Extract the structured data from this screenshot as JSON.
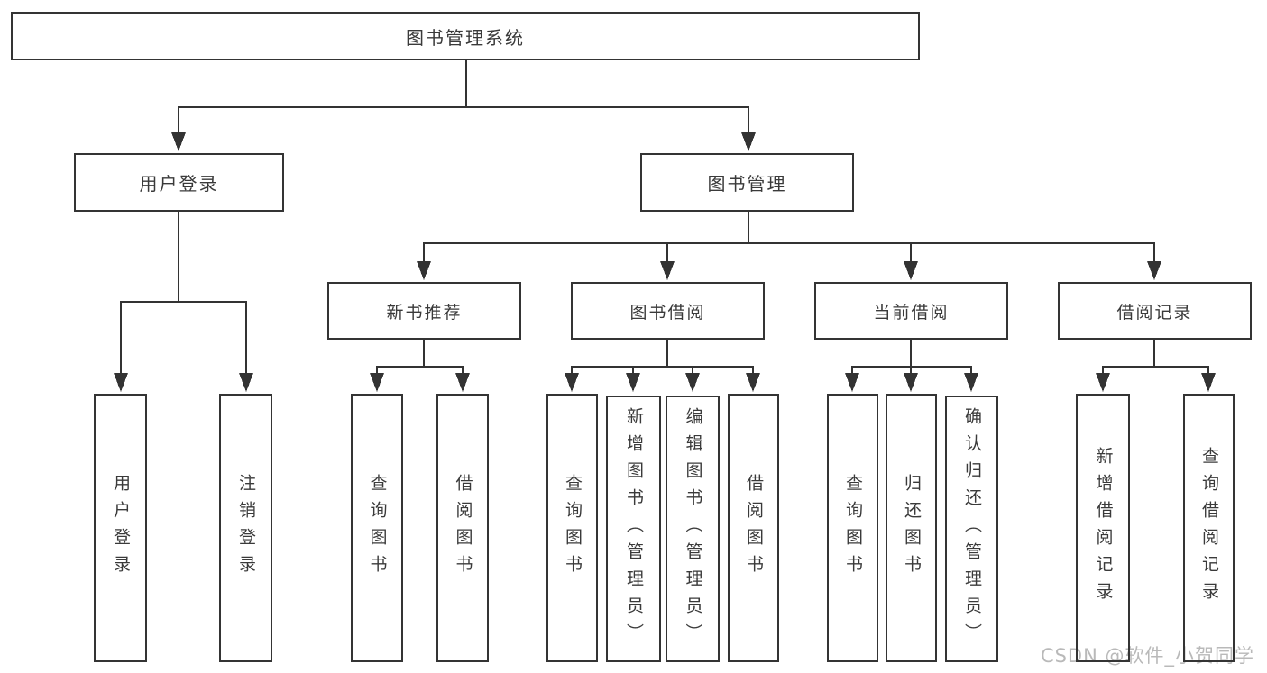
{
  "diagram": {
    "title": "图书管理系统",
    "branches": {
      "user_login": {
        "label": "用户登录",
        "children": {
          "login": "用户登录",
          "logout": "注销登录"
        }
      },
      "book_management": {
        "label": "图书管理",
        "sections": {
          "new_book_recommend": {
            "label": "新书推荐",
            "children": {
              "query_books": "查询图书",
              "borrow_books": "借阅图书"
            }
          },
          "book_borrowing": {
            "label": "图书借阅",
            "children": {
              "query_books": "查询图书",
              "add_books": "新增图书（管理员）",
              "edit_books": "编辑图书（管理员）",
              "borrow_books": "借阅图书"
            }
          },
          "current_borrowing": {
            "label": "当前借阅",
            "children": {
              "query_books": "查询图书",
              "return_books": "归还图书",
              "confirm_return": "确认归还（管理员）"
            }
          },
          "borrowing_records": {
            "label": "借阅记录",
            "children": {
              "add_record": "新增借阅记录",
              "query_record": "查询借阅记录"
            }
          }
        }
      }
    },
    "colors": {
      "line": "#333333",
      "box_border": "#343434",
      "background": "#ffffff",
      "text": "#3a3a3a"
    }
  },
  "watermark": {
    "text": "CSDN @软件_小贺同学",
    "color": "#b9b9b9"
  }
}
